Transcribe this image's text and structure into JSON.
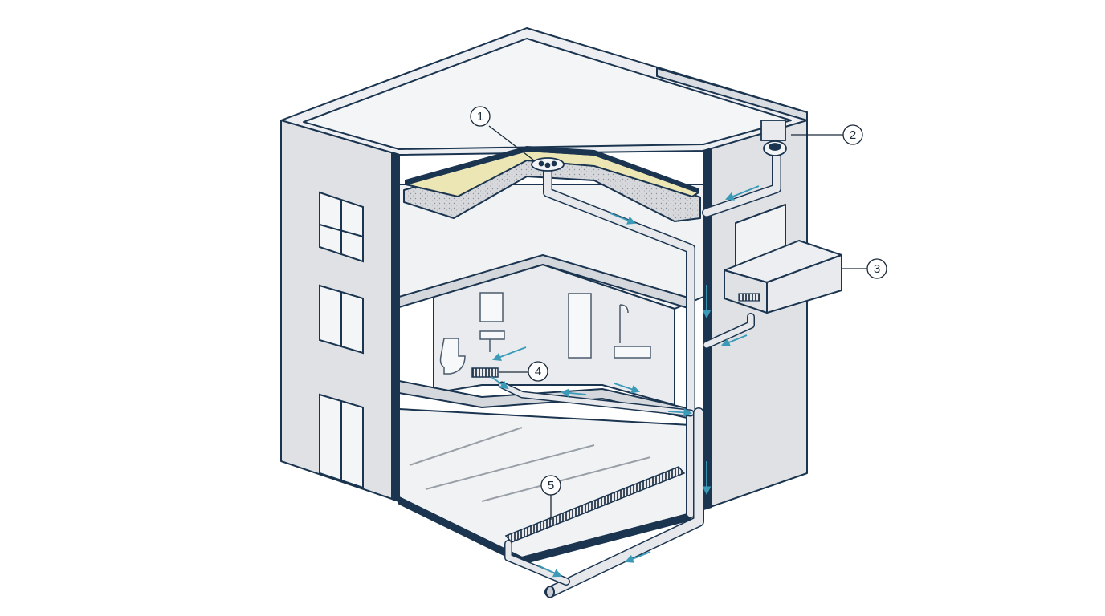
{
  "diagram": {
    "colors": {
      "outline": "#1b3550",
      "wall": "#dfe1e5",
      "wall_dark": "#c9ccd2",
      "wall_light": "#eceef1",
      "interior": "#f1f2f4",
      "insulation": "#ece6b4",
      "pipe": "#e6e8eb",
      "flow_arrow": "#3a9ab8"
    },
    "callouts": [
      {
        "id": "roof-drain",
        "label": "1"
      },
      {
        "id": "parapet-scupper",
        "label": "2"
      },
      {
        "id": "balcony-drain",
        "label": "3"
      },
      {
        "id": "bathroom-floor-drain",
        "label": "4"
      },
      {
        "id": "garage-trench-drain",
        "label": "5"
      }
    ]
  }
}
